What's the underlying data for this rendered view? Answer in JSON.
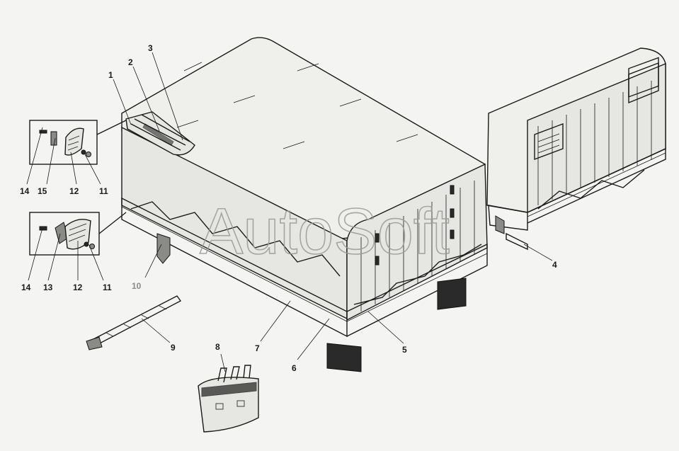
{
  "watermark": "AutoSoft",
  "callouts": [
    {
      "id": "c1",
      "text": "1"
    },
    {
      "id": "c2",
      "text": "2"
    },
    {
      "id": "c3",
      "text": "3"
    },
    {
      "id": "c4",
      "text": "4"
    },
    {
      "id": "c5",
      "text": "5"
    },
    {
      "id": "c6",
      "text": "6"
    },
    {
      "id": "c7",
      "text": "7"
    },
    {
      "id": "c8",
      "text": "8"
    },
    {
      "id": "c9",
      "text": "9"
    },
    {
      "id": "c10",
      "text": "10"
    },
    {
      "id": "c11a",
      "text": "11"
    },
    {
      "id": "c12a",
      "text": "12"
    },
    {
      "id": "c15",
      "text": "15"
    },
    {
      "id": "c14a",
      "text": "14"
    },
    {
      "id": "c11b",
      "text": "11"
    },
    {
      "id": "c12b",
      "text": "12"
    },
    {
      "id": "c13",
      "text": "13"
    },
    {
      "id": "c14b",
      "text": "14"
    }
  ],
  "colors": {
    "line": "#1a1a1a",
    "background": "#f4f4f2",
    "watermark": "#9a9a9a",
    "callout_10": "#8a8a8a"
  }
}
